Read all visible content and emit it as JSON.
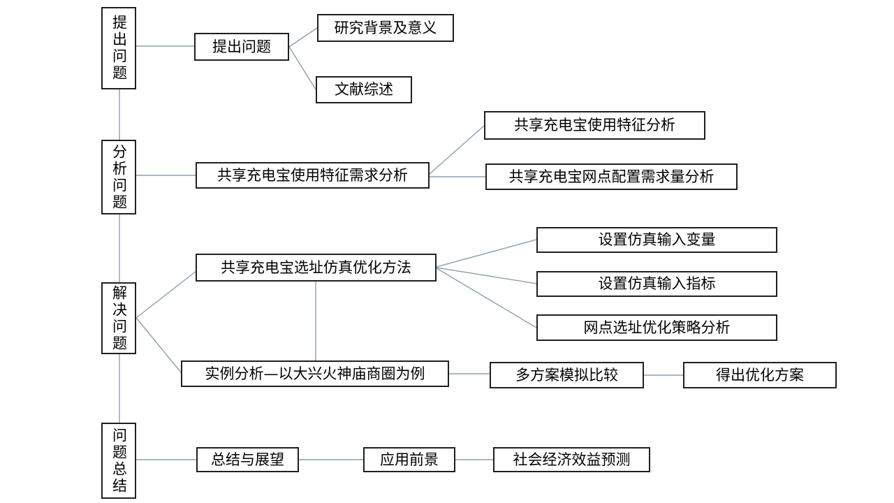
{
  "diagram": {
    "colors": {
      "background": "#ffffff",
      "box_border": "#1f1f1f",
      "connector": "#8ba0af",
      "text": "#000000"
    },
    "stages": {
      "raise": "提出问题",
      "analyze": "分析问题",
      "solve": "解决问题",
      "summary": "问题总结"
    },
    "nodes": {
      "raise_problem": "提出问题",
      "research_background": "研究背景及意义",
      "literature_review": "文献综述",
      "usage_demand_analysis": "共享充电宝使用特征需求分析",
      "usage_feature_analysis": "共享充电宝使用特征分析",
      "network_config_demand": "共享充电宝网点配置需求量分析",
      "siting_simulation_method": "共享充电宝选址仿真优化方法",
      "sim_input_variables": "设置仿真输入变量",
      "sim_input_indicators": "设置仿真输入指标",
      "siting_strategy_analysis": "网点选址优化策略分析",
      "case_study": "实例分析—以大兴火神庙商圈为例",
      "multi_scheme_comparison": "多方案模拟比较",
      "optimal_scheme": "得出优化方案",
      "summary_outlook": "总结与展望",
      "application_prospect": "应用前景",
      "benefit_forecast": "社会经济效益预测"
    }
  }
}
